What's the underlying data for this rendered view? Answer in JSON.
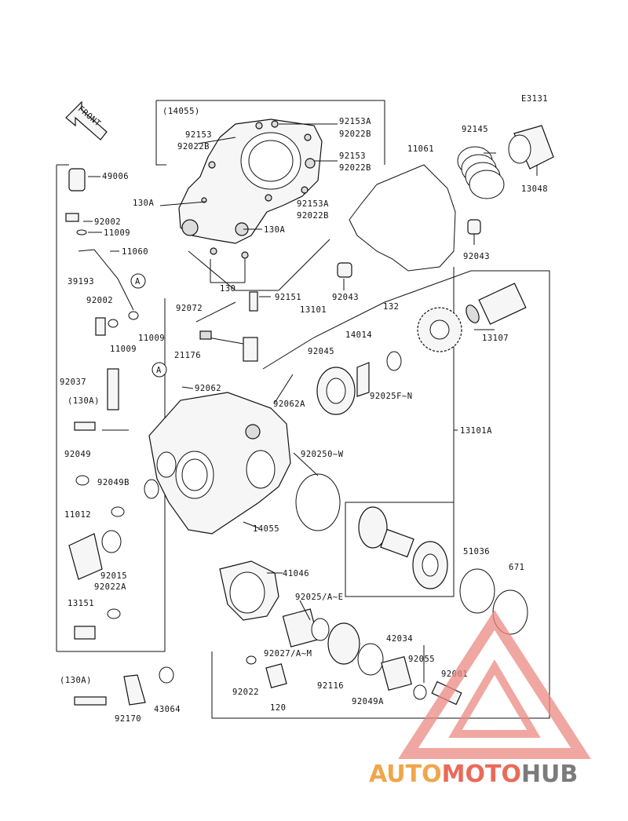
{
  "diagram_code": "E3131",
  "front_label": "FRONT",
  "watermark": {
    "part1": "AUTO",
    "part2": "MOTO",
    "part3": "HUB",
    "color_auto": "#f0a64a",
    "color_moto": "#ea6a5a",
    "color_hub": "#7b7b7b",
    "triangle_color": "#ec8a82"
  },
  "callouts": [
    {
      "id": "p14055a",
      "text": "(14055)"
    },
    {
      "id": "p92153a",
      "text": "92153A"
    },
    {
      "id": "p92022b1",
      "text": "92022B"
    },
    {
      "id": "p92153l",
      "text": "92153"
    },
    {
      "id": "p92022bl",
      "text": "92022B"
    },
    {
      "id": "p92153r",
      "text": "92153"
    },
    {
      "id": "p92022b2",
      "text": "92022B"
    },
    {
      "id": "p130a1",
      "text": "130A"
    },
    {
      "id": "p92153a2",
      "text": "92153A"
    },
    {
      "id": "p92022b3",
      "text": "92022B"
    },
    {
      "id": "p130a2",
      "text": "130A"
    },
    {
      "id": "p130",
      "text": "130"
    },
    {
      "id": "p49006",
      "text": "49006"
    },
    {
      "id": "p92002a",
      "text": "92002"
    },
    {
      "id": "p11009a",
      "text": "11009"
    },
    {
      "id": "p11060",
      "text": "11060"
    },
    {
      "id": "p39193",
      "text": "39193"
    },
    {
      "id": "pA1",
      "text": "A"
    },
    {
      "id": "p92002b",
      "text": "92002"
    },
    {
      "id": "p11009b",
      "text": "11009"
    },
    {
      "id": "p11009c",
      "text": "11009"
    },
    {
      "id": "p11061",
      "text": "11061"
    },
    {
      "id": "p92145",
      "text": "92145"
    },
    {
      "id": "p13048",
      "text": "13048"
    },
    {
      "id": "p92043a",
      "text": "92043"
    },
    {
      "id": "p92043b",
      "text": "92043"
    },
    {
      "id": "p92072",
      "text": "92072"
    },
    {
      "id": "p92151",
      "text": "92151"
    },
    {
      "id": "p13101",
      "text": "13101"
    },
    {
      "id": "p132",
      "text": "132"
    },
    {
      "id": "p13107",
      "text": "13107"
    },
    {
      "id": "p14014",
      "text": "14014"
    },
    {
      "id": "p92045",
      "text": "92045"
    },
    {
      "id": "p21176",
      "text": "21176"
    },
    {
      "id": "p92025fn",
      "text": "92025F~N"
    },
    {
      "id": "pA2",
      "text": "A"
    },
    {
      "id": "p92037",
      "text": "92037"
    },
    {
      "id": "p92062",
      "text": "92062"
    },
    {
      "id": "p130a3",
      "text": "(130A)"
    },
    {
      "id": "p92062a",
      "text": "92062A"
    },
    {
      "id": "p13101a",
      "text": "13101A"
    },
    {
      "id": "p92049",
      "text": "92049"
    },
    {
      "id": "p920250w",
      "text": "920250~W"
    },
    {
      "id": "p92049b",
      "text": "92049B"
    },
    {
      "id": "p11012",
      "text": "11012"
    },
    {
      "id": "p14055",
      "text": "14055"
    },
    {
      "id": "p92015",
      "text": "92015"
    },
    {
      "id": "p92022a",
      "text": "92022A"
    },
    {
      "id": "p41046",
      "text": "41046"
    },
    {
      "id": "p51036",
      "text": "51036"
    },
    {
      "id": "p671",
      "text": "671"
    },
    {
      "id": "p13151",
      "text": "13151"
    },
    {
      "id": "p92025ae",
      "text": "92025/A~E"
    },
    {
      "id": "p42034",
      "text": "42034"
    },
    {
      "id": "p92027am",
      "text": "92027/A~M"
    },
    {
      "id": "p92055",
      "text": "92055"
    },
    {
      "id": "p130a4",
      "text": "(130A)"
    },
    {
      "id": "p92001",
      "text": "92001"
    },
    {
      "id": "p92022",
      "text": "92022"
    },
    {
      "id": "p92116",
      "text": "92116"
    },
    {
      "id": "p92049a",
      "text": "92049A"
    },
    {
      "id": "p120",
      "text": "120"
    },
    {
      "id": "p92170",
      "text": "92170"
    },
    {
      "id": "p43064",
      "text": "43064"
    }
  ]
}
